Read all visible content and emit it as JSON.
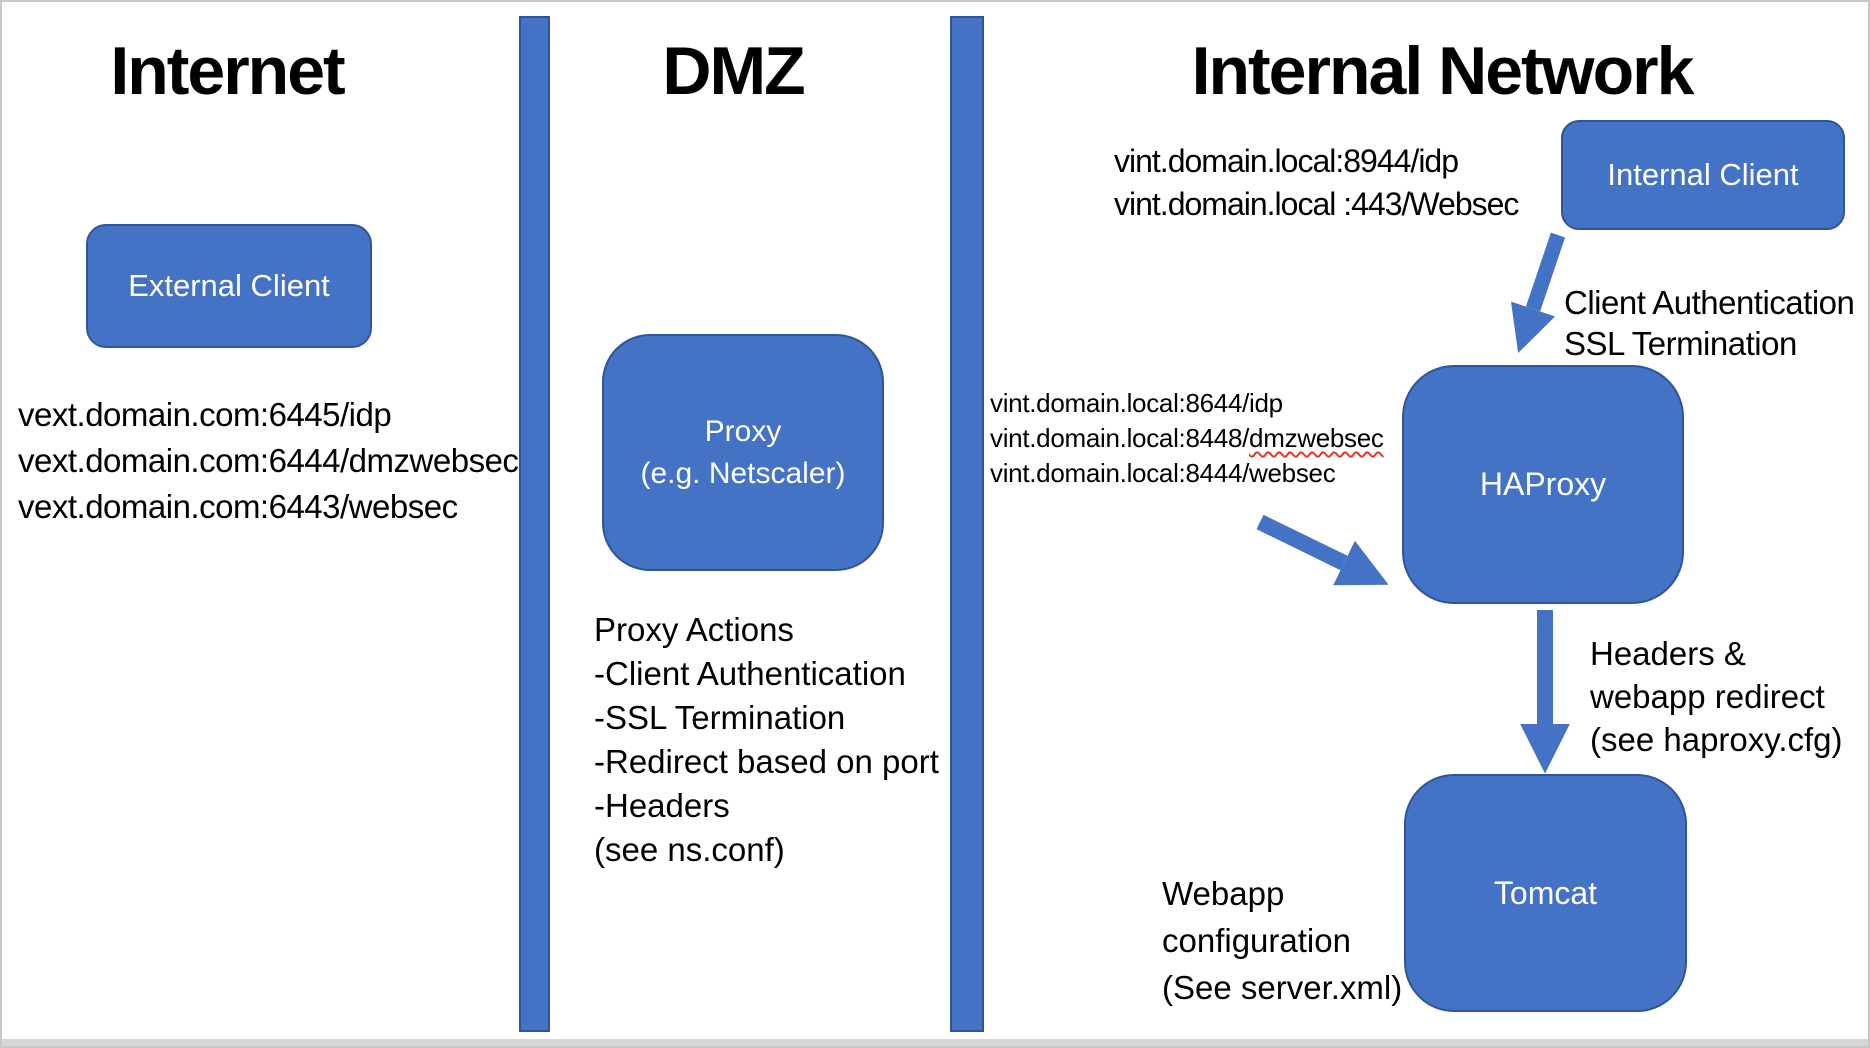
{
  "zones": {
    "internet": {
      "title": "Internet"
    },
    "dmz": {
      "title": "DMZ"
    },
    "internal": {
      "title": "Internal Network"
    }
  },
  "nodes": {
    "external_client": {
      "label": "External Client"
    },
    "proxy": {
      "label_line1": "Proxy",
      "label_line2": "(e.g. Netscaler)"
    },
    "internal_client": {
      "label": "Internal Client"
    },
    "haproxy": {
      "label": "HAProxy"
    },
    "tomcat": {
      "label": "Tomcat"
    }
  },
  "annotations": {
    "vext_endpoints": {
      "line1": "vext.domain.com:6445/idp",
      "line2": "vext.domain.com:6444/dmzwebsec",
      "line3": "vext.domain.com:6443/websec"
    },
    "proxy_actions": {
      "line1": "Proxy Actions",
      "line2": "-Client Authentication",
      "line3": "-SSL Termination",
      "line4": "-Redirect based on port",
      "line5": "-Headers",
      "line6": "(see ns.conf)"
    },
    "vint_client_endpoints": {
      "line1": "vint.domain.local:8944/idp",
      "line2": "vint.domain.local :443/Websec"
    },
    "client_auth": {
      "line1": "Client Authentication",
      "line2": "SSL Termination"
    },
    "vint_haproxy_endpoints": {
      "line1": "vint.domain.local:8644/idp",
      "line2_prefix": "vint.domain.local:8448/",
      "line2_squiggle": "dmzwebsec",
      "line3": "vint.domain.local:8444/websec"
    },
    "headers_redirect": {
      "line1": "Headers &",
      "line2": "webapp redirect",
      "line3": "(see haproxy.cfg)"
    },
    "webapp_config": {
      "line1": "Webapp",
      "line2": "configuration",
      "line3": "(See server.xml)"
    }
  },
  "colors": {
    "node_fill": "#4472C4",
    "node_border": "#2F5597",
    "node_text": "#FFFFFF",
    "divider_fill": "#4472C4",
    "divider_border": "#2F5597",
    "arrow": "#4472C4",
    "title_text": "#000000",
    "spell_red": "#E8362A"
  }
}
